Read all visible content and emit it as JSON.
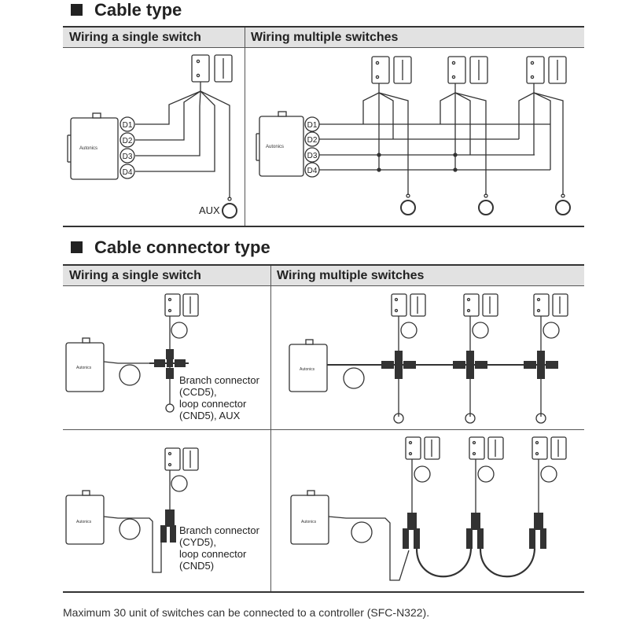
{
  "cable_type": {
    "title": "Cable type",
    "col_single": "Wiring a single switch",
    "col_multi": "Wiring multiple switches",
    "terminals": [
      "D1",
      "D2",
      "D3",
      "D4"
    ],
    "aux_label": "AUX"
  },
  "connector_type": {
    "title": "Cable connector type",
    "col_single": "Wiring a single switch",
    "col_multi": "Wiring multiple switches",
    "label_ccd5": [
      "Branch connector",
      "(CCD5),",
      "loop connector",
      "(CND5), AUX"
    ],
    "label_cyd5": [
      "Branch connector",
      "(CYD5),",
      "loop connector",
      "(CND5)"
    ]
  },
  "footer": "Maximum 30 unit of switches can be connected to a controller (SFC-N322).",
  "controller_logo": "Autonics"
}
